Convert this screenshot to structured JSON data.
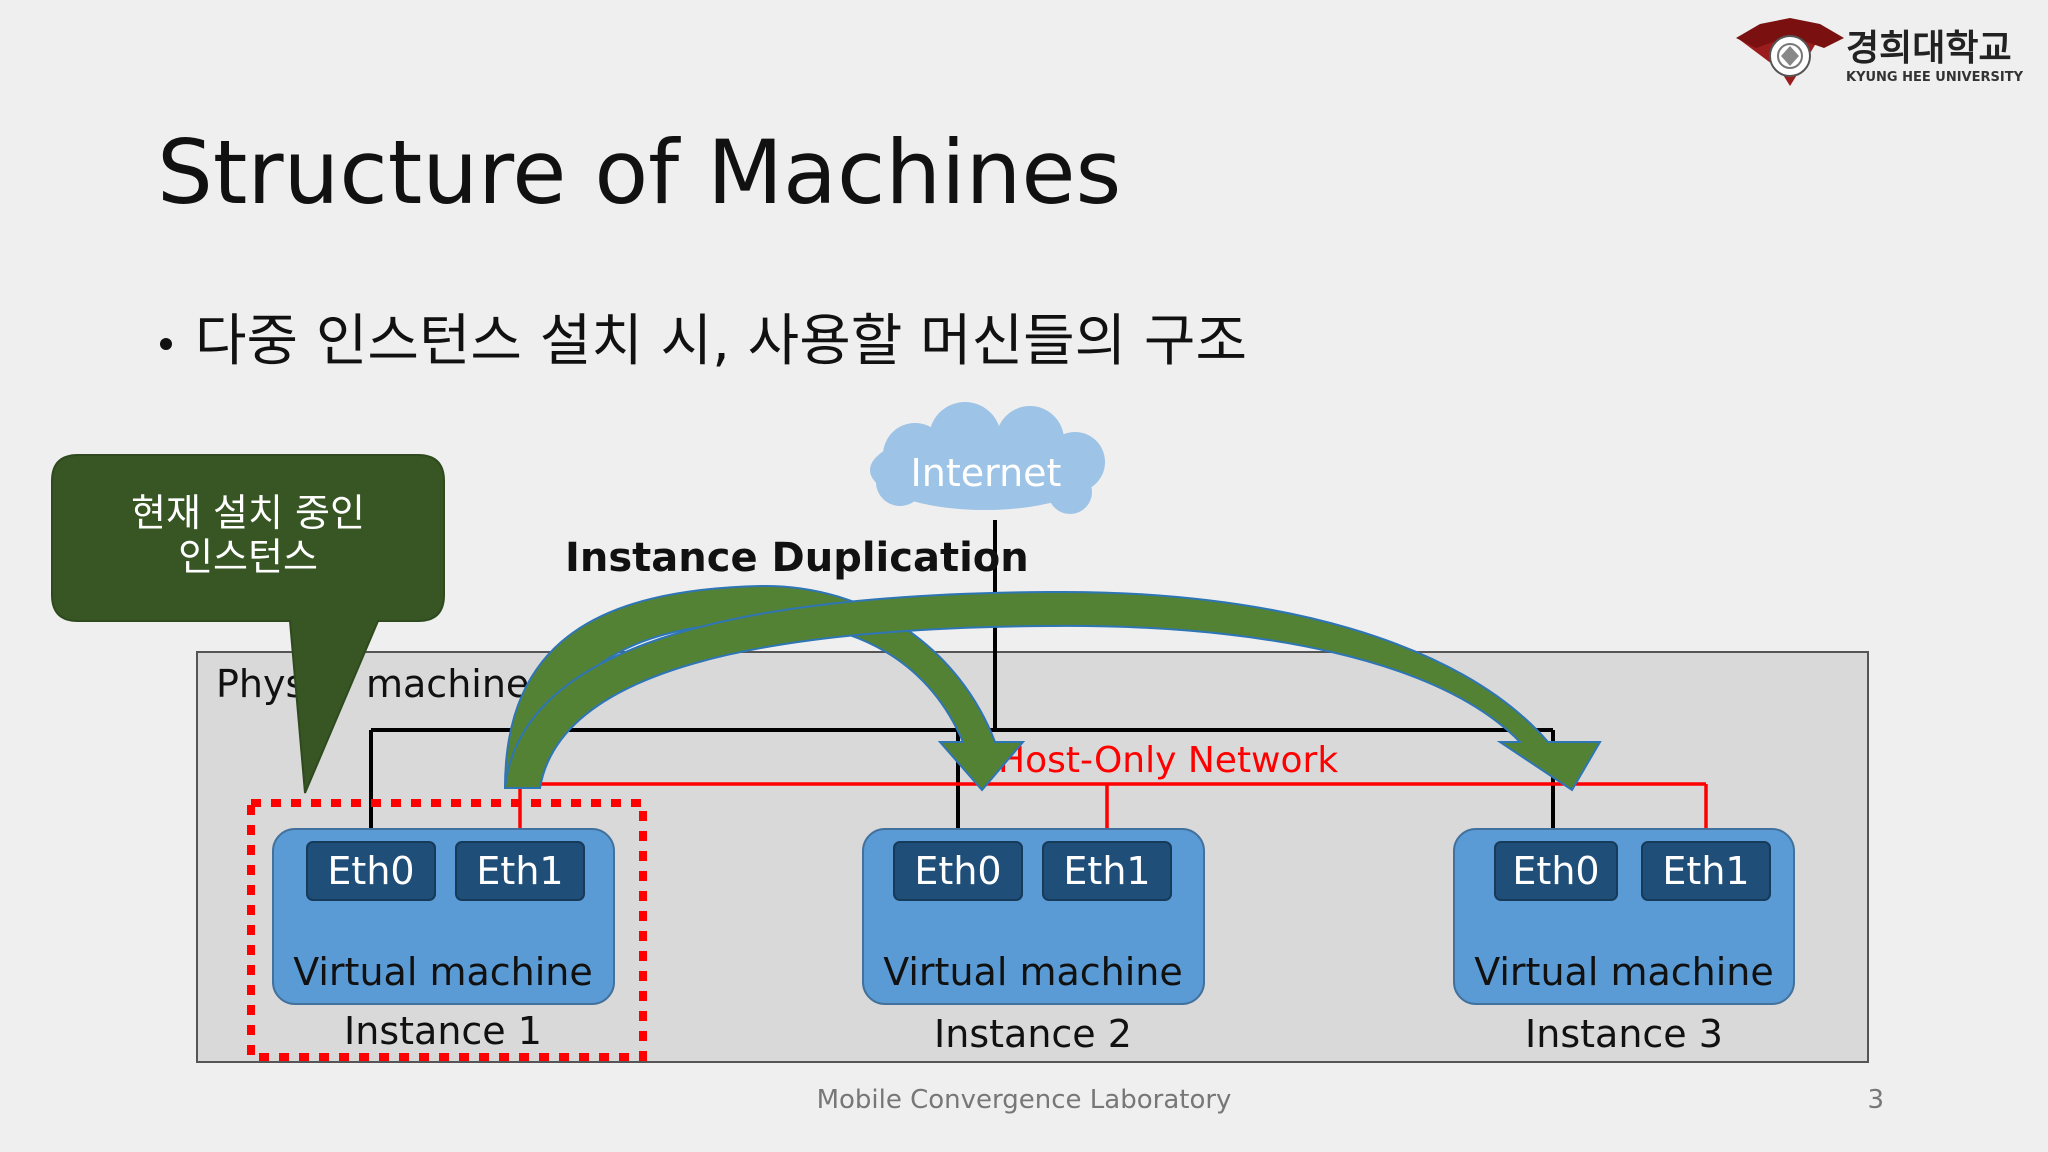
{
  "logo": {
    "korean_name": "경희대학교",
    "english_name": "KYUNG HEE UNIVERSITY"
  },
  "slide": {
    "title": "Structure of Machines",
    "bullet": "다중 인스턴스 설치 시, 사용할 머신들의 구조",
    "footer": "Mobile Convergence Laboratory",
    "page_number": "3"
  },
  "diagram": {
    "callout_line1": "현재 설치 중인",
    "callout_line2": "인스턴스",
    "internet_label": "Internet",
    "duplication_label": "Instance Duplication",
    "physical_label": "Phys",
    "physical_label_tail": "machine",
    "hostonly_label": "Host-Only Network",
    "instances": [
      {
        "eth0": "Eth0",
        "eth1": "Eth1",
        "vm_label": "Virtual machine",
        "name": "Instance 1"
      },
      {
        "eth0": "Eth0",
        "eth1": "Eth1",
        "vm_label": "Virtual machine",
        "name": "Instance 2"
      },
      {
        "eth0": "Eth0",
        "eth1": "Eth1",
        "vm_label": "Virtual machine",
        "name": "Instance 3"
      }
    ]
  },
  "colors": {
    "background": "#efefef",
    "physical_box": "#d9d9d9",
    "vm_fill": "#5b9bd5",
    "eth_fill": "#1f4e79",
    "hostonly_line": "#ff0000",
    "arrow_fill": "#538135",
    "callout_fill": "#375623",
    "cloud_fill": "#9dc3e6",
    "selection_dash": "#ff0000"
  }
}
